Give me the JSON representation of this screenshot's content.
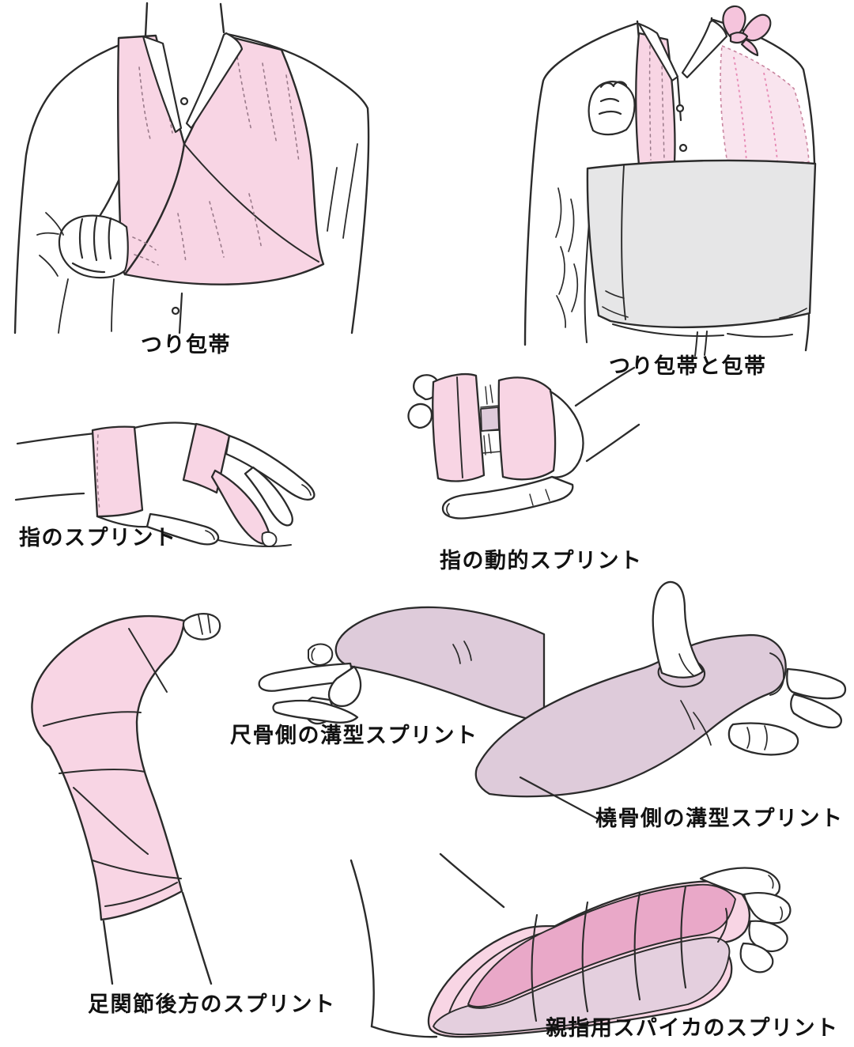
{
  "page": {
    "background_color": "#ffffff",
    "text_color": "#111111"
  },
  "labels": {
    "sling": "つり包帯",
    "sling_and_swathe": "つり包帯と包帯",
    "finger_splint": "指のスプリント",
    "dynamic_finger_splint": "指の動的スプリント",
    "ulnar_gutter_splint": "尺骨側の溝型スプリント",
    "radial_gutter_splint": "橈骨側の溝型スプリント",
    "posterior_ankle_splint": "足関節後方のスプリント",
    "thumb_spica_splint": "親指用スパイカのスプリント"
  },
  "colors": {
    "bandage_pink": "#f8d5e4",
    "pale_pink": "#f9e4ee",
    "splint_mauve": "#decbda",
    "swathe_gray": "#e6e6e7",
    "spica_dark_pink": "#e9a8c8",
    "spica_light_mauve": "#e4cfde",
    "knot_pink": "#f5c4dc",
    "outline": "#2b2b2b"
  }
}
